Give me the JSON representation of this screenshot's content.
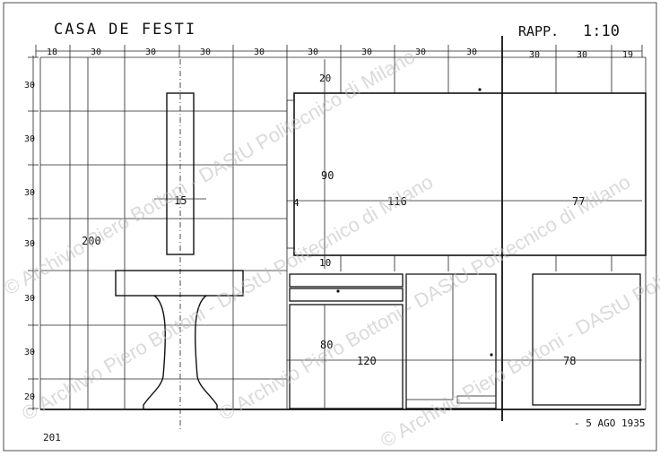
{
  "sheet": {
    "title": "CASA DE FESTI",
    "scale_label": "RAPP.",
    "scale_value": "1:10",
    "sheet_number": "201",
    "date": "- 5 AGO 1935"
  },
  "watermark": {
    "text": "© Archivio Piero Bottoni - DAStU Politecnico di Milano"
  },
  "top_dimensions": [
    "18",
    "30",
    "30",
    "30",
    "30",
    "30",
    "30",
    "30",
    "30",
    "30",
    "30",
    "19"
  ],
  "left_dimensions": [
    "30",
    "30",
    "30",
    "30",
    "30",
    "30",
    "20"
  ],
  "dimensions": {
    "column_total_height": "200",
    "column_width": "15",
    "upper_top_gap": "20",
    "upper_cabinet_height": "90",
    "upper_plinth_gap": "4",
    "upper_cabinet_width": "116",
    "right_panel_width": "77",
    "shelf_gap": "10",
    "lower_cabinet_height": "80",
    "lower_cabinet_width": "120",
    "lower_right_width": "78"
  },
  "colors": {
    "ink": "#111111",
    "paper": "#ffffff",
    "watermark": "#bdbdbd"
  }
}
